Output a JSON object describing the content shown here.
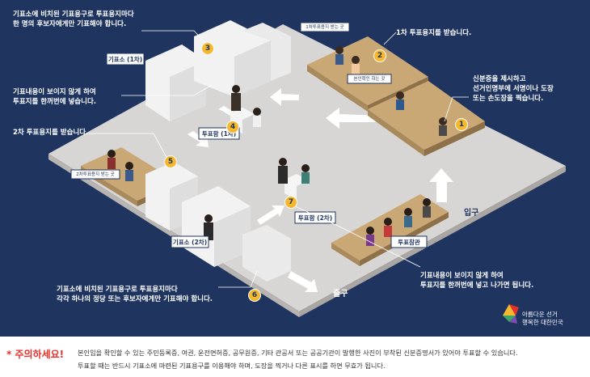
{
  "colors": {
    "background": "#1f3560",
    "floor": "#d8d6d4",
    "table": "#c9a876",
    "badge": "#f5b82e",
    "alert": "#e4322b"
  },
  "callouts": {
    "c1": "신분증을 제시하고\n선거인명부에 서명이나 도장\n또는 손도장을 찍습니다.",
    "c2": "1차 투표용지를 받습니다.",
    "c3": "기표소에 비치된 기표용구로 투표용지마다\n한 명의 후보자에게만 기표해야 합니다.",
    "c4": "기표내용이 보이지 않게 하여\n투표지를 한꺼번에 넣습니다.",
    "c5": "2차 투표용지를 받습니다.",
    "c6": "기표소에 비치된 기표용구로 투표용지마다\n각각 하나의 정당 또는 후보자에게만 기표해야 합니다.",
    "c7": "기표내용이 보이지 않게 하여\n투표지를 한꺼번에 넣고 나가면 됩니다."
  },
  "numbers": [
    "1",
    "2",
    "3",
    "4",
    "5",
    "6",
    "7"
  ],
  "signs": {
    "booth1": "기표소 (1차)",
    "box1": "투표함 (1차)",
    "booth2": "기표소 (2차)",
    "box2": "투표함 (2차)",
    "manager": "투표참관",
    "entrance": "입구",
    "exit": "출구",
    "desk1": "본인확인 하는 곳",
    "desk2": "1차투표용지 받는 곳",
    "desk3": "2차투표용지 받는 곳"
  },
  "logo": {
    "text": "아름다운 선거\n행복한 대한민국",
    "icon": "logo-icon"
  },
  "notice": {
    "title": "* 주의하세요!",
    "line1": "본인임을 확인할 수 있는 주민등록증, 여권, 운전면허증, 공무원증, 기타 관공서 또는 공공기관이 발행한 사진이 부착된 신분증명서가 있어야 투표할 수 있습니다.",
    "line2": "투표할 때는 반드시 기표소에 마련된 기표용구를 이용해야 하며, 도장을 찍거나 다른 표시를 하면 무효가 됩니다."
  }
}
